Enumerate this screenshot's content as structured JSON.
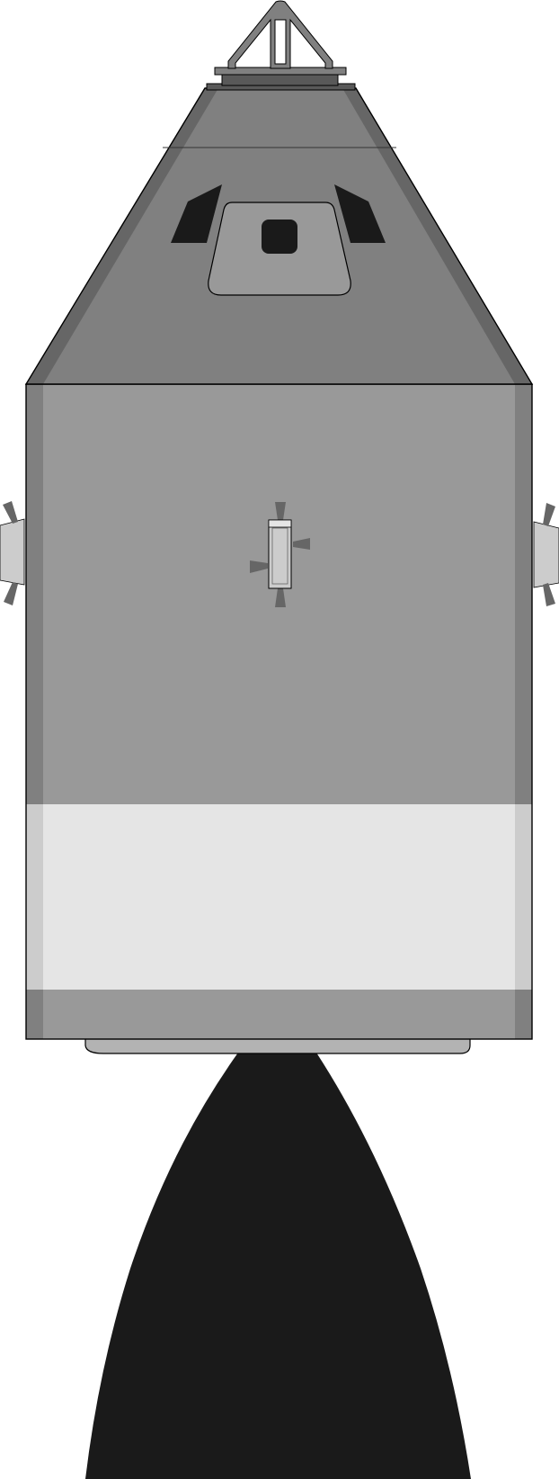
{
  "illustration": {
    "subject": "spacecraft",
    "view": "side",
    "parts": [
      "docking-probe",
      "command-module",
      "service-module",
      "rcs-thruster-quad",
      "engine-nozzle"
    ]
  },
  "colors": {
    "background": "#ffffff",
    "outline": "#000000",
    "cone_body": "#808080",
    "cone_edge_shade": "#666666",
    "hatch": "#999999",
    "window": "#1a1a1a",
    "service_module": "#999999",
    "service_module_edge": "#808080",
    "band": "#e5e5e5",
    "band_edge": "#cccccc",
    "rcs_housing": "#cccccc",
    "rcs_nozzle": "#666666",
    "nozzle": "#1a1a1a",
    "nozzle_collar": "#b3b3b3",
    "probe": "#808080",
    "probe_base": "#595959"
  }
}
